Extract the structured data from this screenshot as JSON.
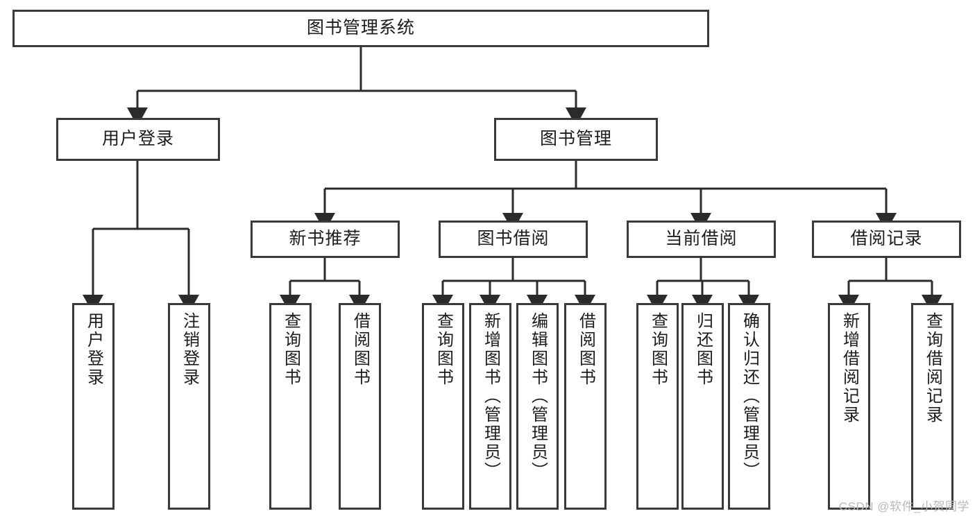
{
  "diagram": {
    "title": "图书管理系统",
    "type": "tree-hierarchy-diagram",
    "root": {
      "label": "图书管理系统"
    },
    "level2": [
      {
        "label": "用户登录"
      },
      {
        "label": "图书管理"
      }
    ],
    "level3": [
      {
        "label": "新书推荐"
      },
      {
        "label": "图书借阅"
      },
      {
        "label": "当前借阅"
      },
      {
        "label": "借阅记录"
      }
    ],
    "leaves": {
      "user_login": [
        {
          "label": "用户登录"
        },
        {
          "label": "注销登录"
        }
      ],
      "new_book_recommend": [
        {
          "label": "查询图书"
        },
        {
          "label": "借阅图书"
        }
      ],
      "book_borrow": [
        {
          "label": "查询图书"
        },
        {
          "label": "新增图书（管理员）"
        },
        {
          "label": "编辑图书（管理员）"
        },
        {
          "label": "借阅图书"
        }
      ],
      "current_borrow": [
        {
          "label": "查询图书"
        },
        {
          "label": "归还图书"
        },
        {
          "label": "确认归还（管理员）"
        }
      ],
      "borrow_record": [
        {
          "label": "新增借阅记录"
        },
        {
          "label": "查询借阅记录"
        }
      ]
    }
  },
  "watermark": {
    "text": "CSDN @软件_小贺同学"
  },
  "colors": {
    "box_border": "#3a3a3a",
    "connector": "#2b2b2b",
    "text": "#1c1c1c",
    "background": "#ffffff",
    "watermark": "#b9b9b9"
  }
}
